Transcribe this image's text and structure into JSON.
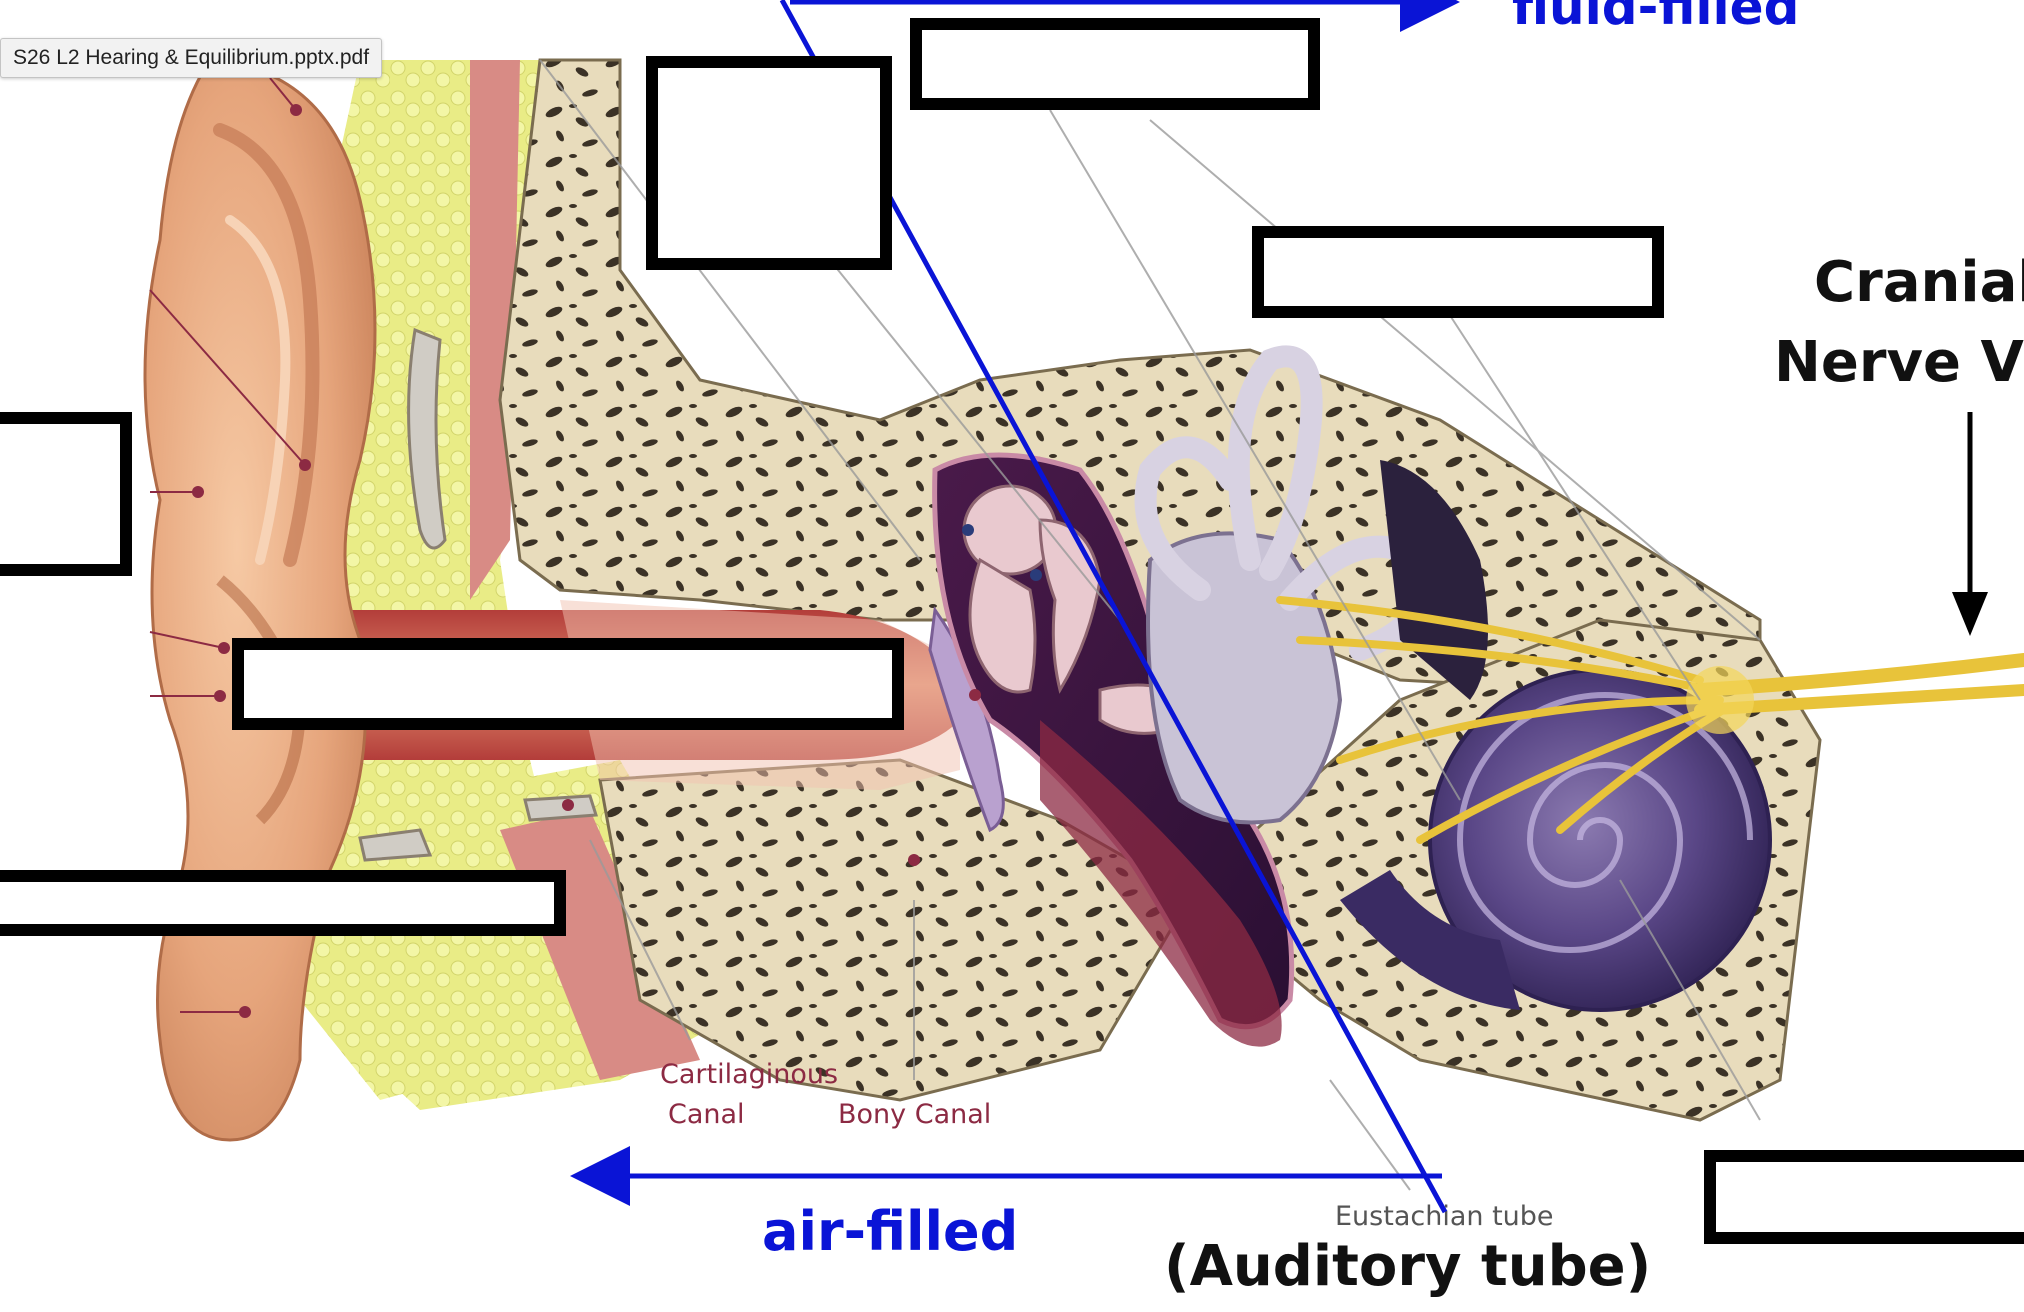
{
  "window": {
    "tab_title": "S26 L2 Hearing & Equilibrium.pptx.pdf"
  },
  "labels": {
    "fluid_filled": "fluid-filled",
    "air_filled": "air-filled",
    "cranial_nerve_line1": "Cranial",
    "cranial_nerve_line2": "Nerve VIII",
    "auditory_tube": "(Auditory tube)",
    "eustachian_tube": "Eustachian tube",
    "cartilaginous_line1": "Cartilaginous",
    "cartilaginous_line2": "Canal",
    "bony_canal": "Bony Canal"
  },
  "colors": {
    "accent_blue": "#0a14d6",
    "label_maroon": "#8c2a43",
    "box_border": "#000000"
  }
}
